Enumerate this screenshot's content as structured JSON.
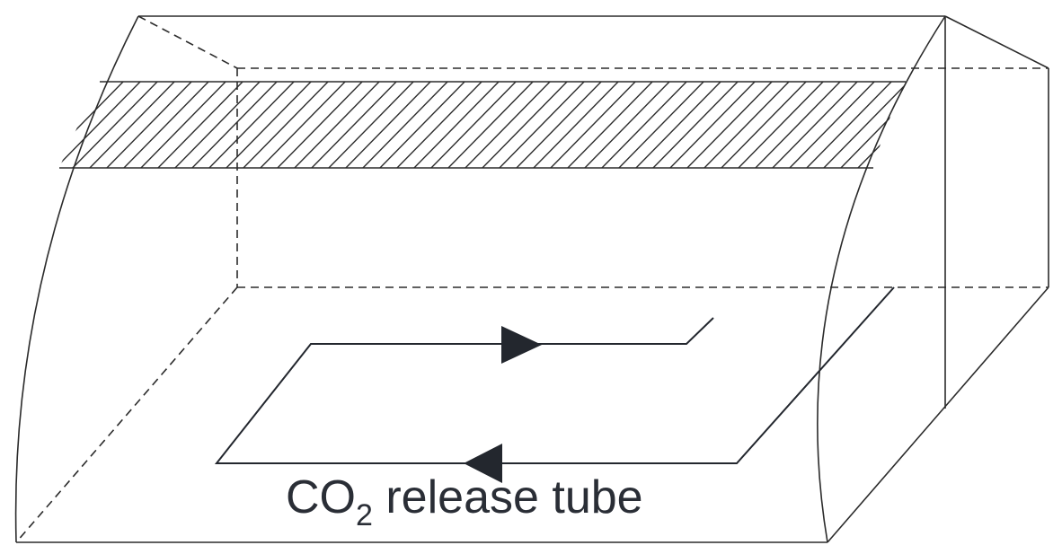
{
  "diagram": {
    "label": {
      "prefix": "CO",
      "subscript": "2",
      "suffix": " release tube"
    },
    "colors": {
      "line": "#2b2b2b",
      "tube": "#23272e",
      "text": "#2a2e36"
    }
  }
}
